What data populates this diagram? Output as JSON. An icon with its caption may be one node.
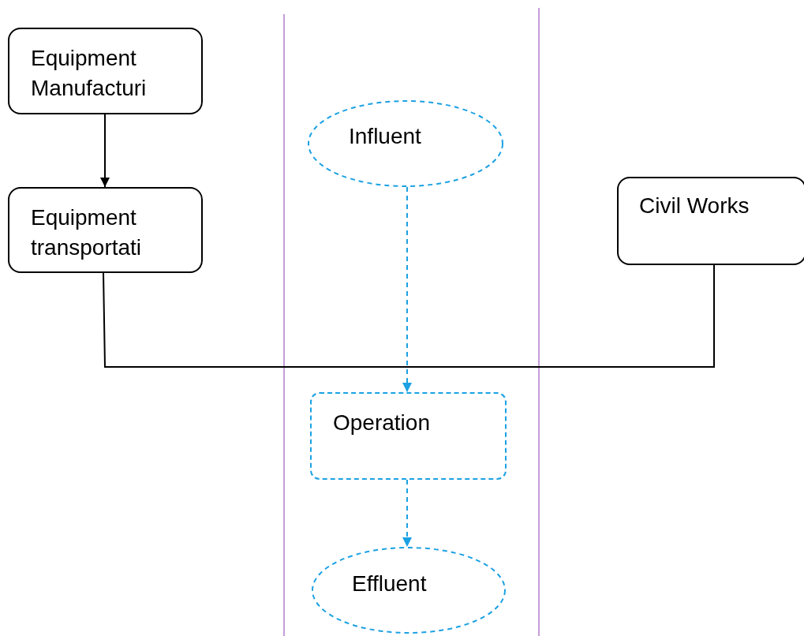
{
  "diagram": {
    "nodes": [
      {
        "text": [
          "Equipment Manufacturi"
        ]
      },
      {
        "text": [
          "Equipment transportati"
        ]
      },
      {
        "text": [
          "Influent"
        ]
      },
      {
        "text": [
          "Civil Works"
        ]
      },
      {
        "text": [
          "Operation"
        ]
      },
      {
        "text": [
          "Effluent"
        ]
      }
    ],
    "edges": [
      {
        "from": 0,
        "to": 1,
        "arrow": "to"
      },
      {
        "from": 2,
        "to": 4,
        "arrow": "to",
        "style": "dashed",
        "color": "#1ba1e2"
      },
      {
        "from": 4,
        "to": 5,
        "arrow": "to",
        "style": "dashed",
        "color": "#1ba1e2"
      },
      {
        "from": 1,
        "to": 3,
        "arrow": "none"
      }
    ]
  }
}
